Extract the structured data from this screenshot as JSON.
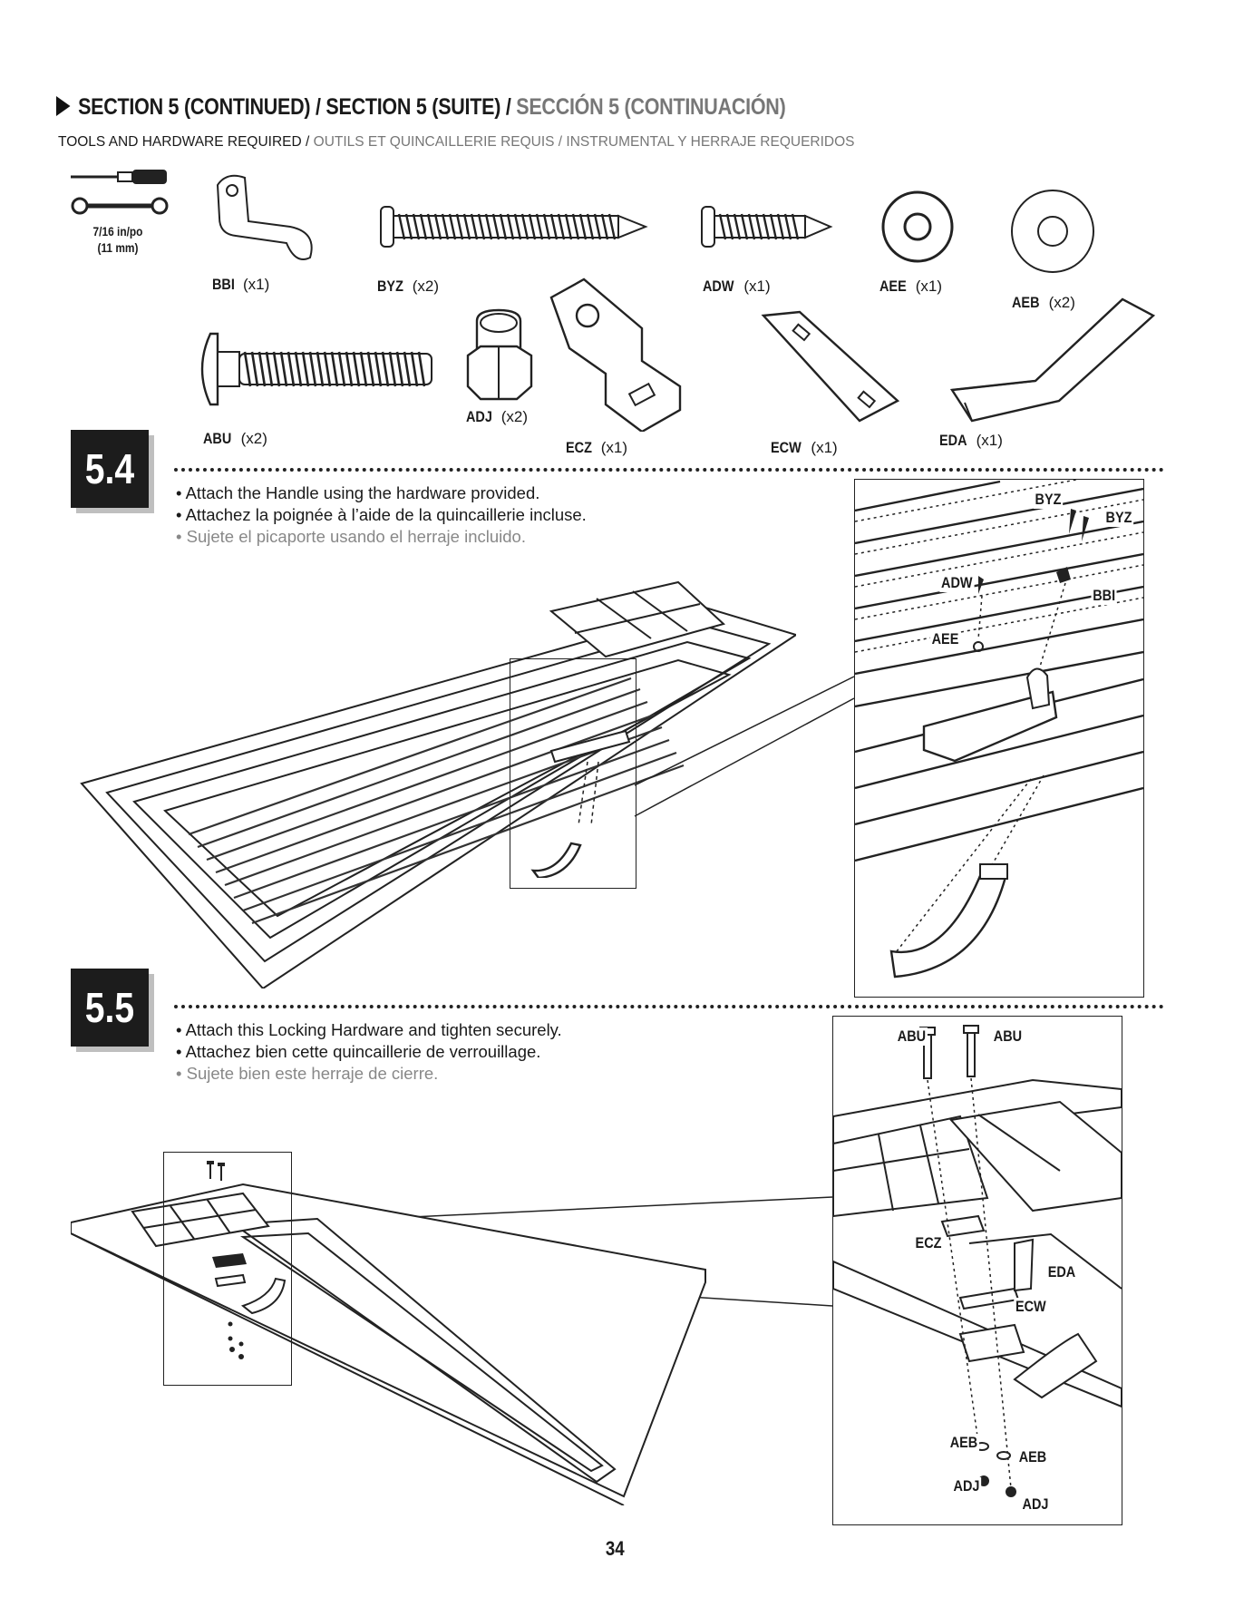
{
  "header": {
    "title_en": "SECTION 5 (CONTINUED) / ",
    "title_fr": "SECTION 5 (SUITE) / ",
    "title_es": "SECCIÓN 5 (CONTINUACIÓN)",
    "tools_en": "TOOLS AND HARDWARE REQUIRED / ",
    "tools_fr": "OUTILS ET QUINCAILLERIE REQUIS / ",
    "tools_es": "INSTRUMENTAL Y HERRAJE REQUERIDOS"
  },
  "tools": {
    "wrench_size_1": "7/16 in/po",
    "wrench_size_2": "(11 mm)"
  },
  "parts": [
    {
      "code": "BBI",
      "qty": "(x1)"
    },
    {
      "code": "BYZ",
      "qty": "(x2)"
    },
    {
      "code": "ADW",
      "qty": "(x1)"
    },
    {
      "code": "AEE",
      "qty": "(x1)"
    },
    {
      "code": "AEB",
      "qty": "(x2)"
    },
    {
      "code": "ABU",
      "qty": "(x2)"
    },
    {
      "code": "ADJ",
      "qty": "(x2)"
    },
    {
      "code": "ECZ",
      "qty": "(x1)"
    },
    {
      "code": "ECW",
      "qty": "(x1)"
    },
    {
      "code": "EDA",
      "qty": "(x1)"
    }
  ],
  "steps": [
    {
      "number": "5.4",
      "text_en": "• Attach the Handle using the hardware provided.",
      "text_fr": "• Attachez la poignée à l’aide de la quincaillerie incluse.",
      "text_es": "• Sujete el picaporte usando el herraje incluido.",
      "callouts": [
        "BYZ",
        "BYZ",
        "ADW",
        "BBI",
        "AEE"
      ]
    },
    {
      "number": "5.5",
      "text_en": "• Attach this Locking Hardware and tighten securely.",
      "text_fr": "• Attachez bien cette quincaillerie de verrouillage.",
      "text_es": "• Sujete bien este herraje de cierre.",
      "callouts": [
        "ABU",
        "ABU",
        "ECZ",
        "EDA",
        "ECW",
        "AEB",
        "AEB",
        "ADJ",
        "ADJ"
      ]
    }
  ],
  "page_number": "34"
}
